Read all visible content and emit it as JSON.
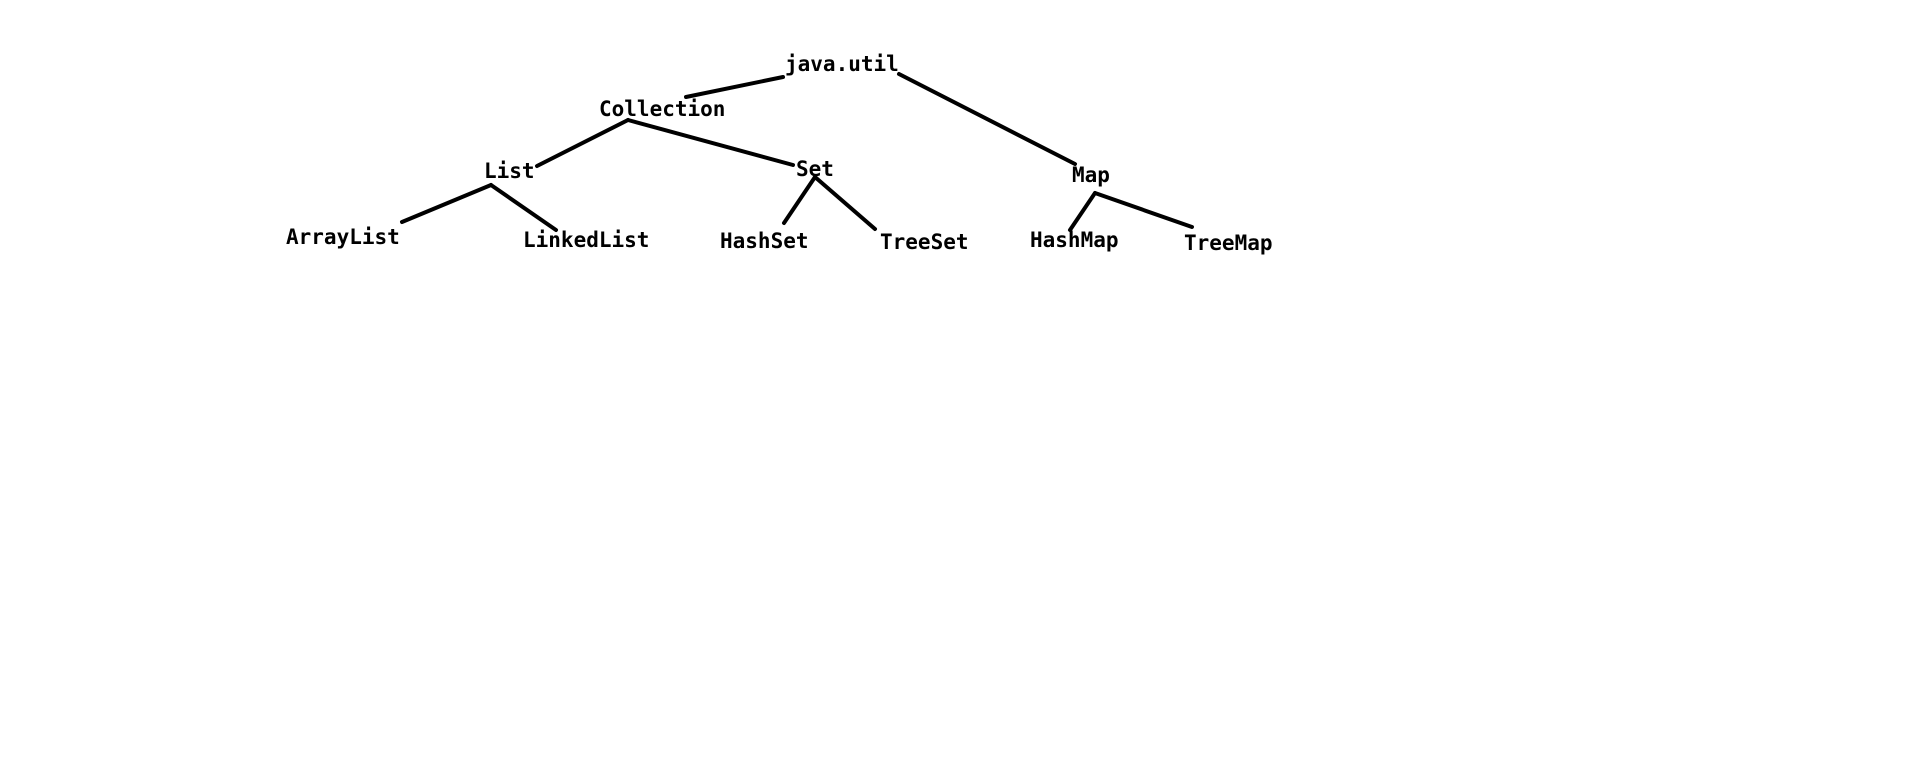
{
  "diagram": {
    "nodes": {
      "java_util": "java.util",
      "collection": "Collection",
      "list": "List",
      "set": "Set",
      "map": "Map",
      "arraylist": "ArrayList",
      "linkedlist": "LinkedList",
      "hashset": "HashSet",
      "treeset": "TreeSet",
      "hashmap": "HashMap",
      "treemap": "TreeMap"
    },
    "edges": [
      {
        "from": "java_util",
        "to": "collection"
      },
      {
        "from": "java_util",
        "to": "map"
      },
      {
        "from": "collection",
        "to": "list"
      },
      {
        "from": "collection",
        "to": "set"
      },
      {
        "from": "list",
        "to": "arraylist"
      },
      {
        "from": "list",
        "to": "linkedlist"
      },
      {
        "from": "set",
        "to": "hashset"
      },
      {
        "from": "set",
        "to": "treeset"
      },
      {
        "from": "map",
        "to": "hashmap"
      },
      {
        "from": "map",
        "to": "treemap"
      }
    ],
    "line_color": "#000000"
  }
}
